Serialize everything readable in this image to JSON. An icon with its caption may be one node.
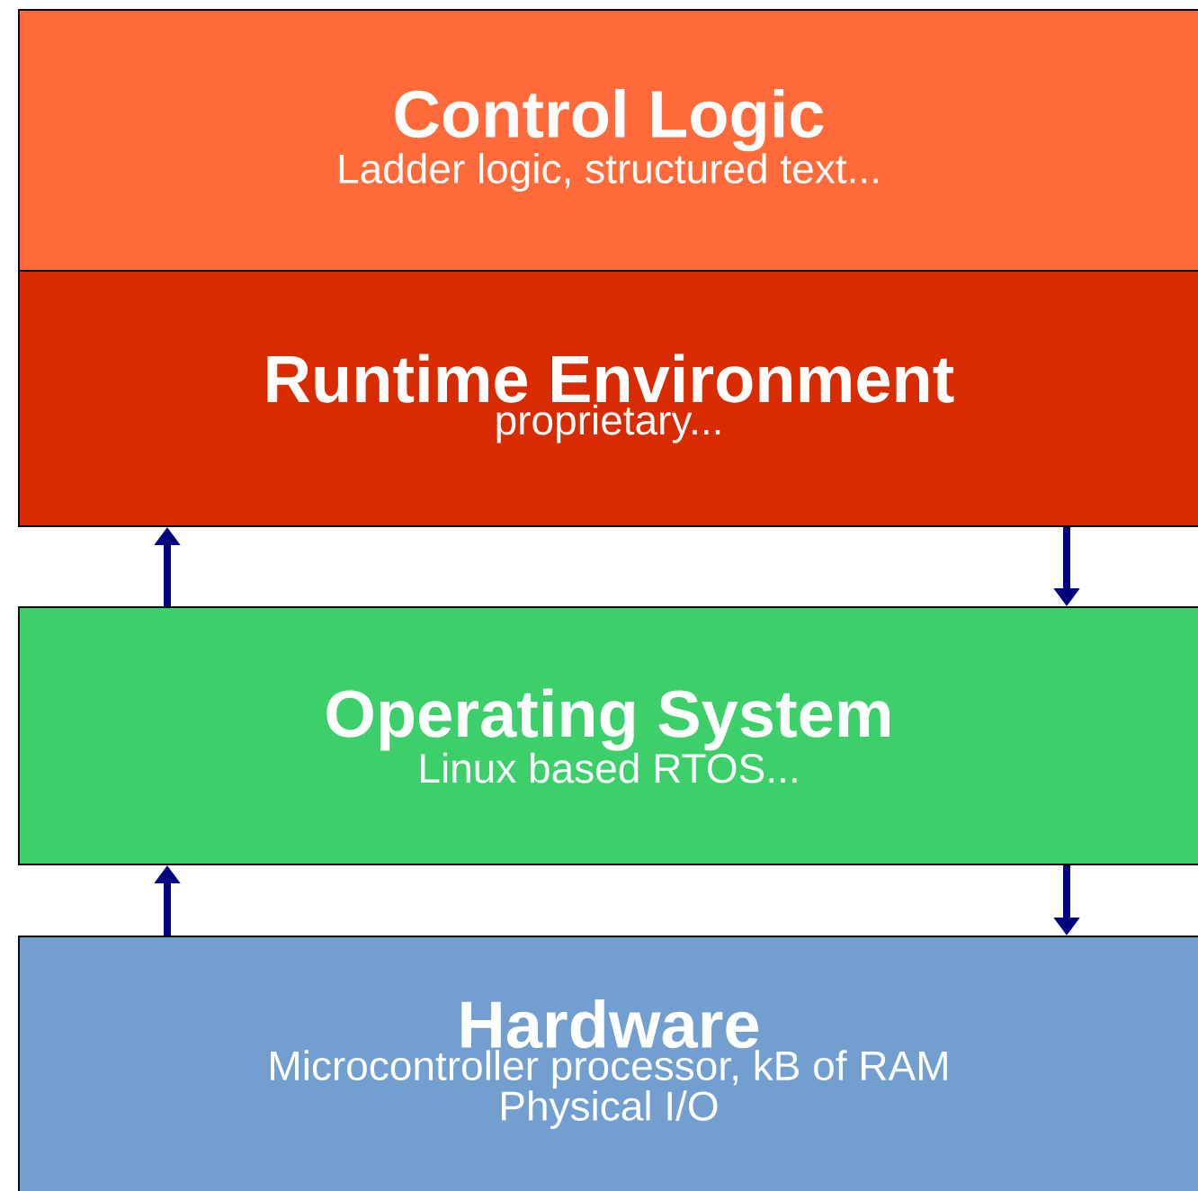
{
  "diagram": {
    "nodes": [
      {
        "text": [
          "Control Logic",
          "Ladder logic, structured text..."
        ]
      },
      {
        "text": [
          "Runtime Environment",
          "proprietary..."
        ]
      },
      {
        "text": [
          "Operating System",
          "Linux based RTOS..."
        ]
      },
      {
        "text": [
          "Hardware",
          "Microcontroller processor, kB of RAM",
          "Physical I/O"
        ]
      }
    ],
    "edges": [
      {
        "from": 2,
        "to": 1,
        "arrow": "to"
      },
      {
        "from": 1,
        "to": 2,
        "arrow": "to"
      },
      {
        "from": 3,
        "to": 2,
        "arrow": "to"
      },
      {
        "from": 2,
        "to": 3,
        "arrow": "to"
      }
    ]
  }
}
